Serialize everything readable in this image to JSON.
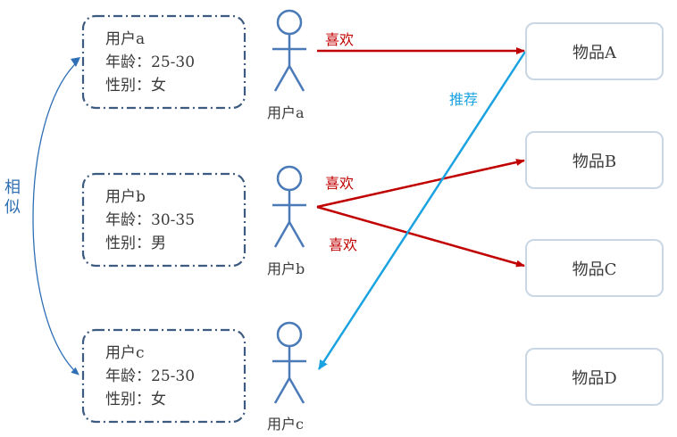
{
  "users": [
    {
      "caption": "用户a",
      "name_line": "用户a",
      "age_line": "年龄：25-30",
      "gender_line": "性别：女"
    },
    {
      "caption": "用户b",
      "name_line": "用户b",
      "age_line": "年龄：30-35",
      "gender_line": "性别：男"
    },
    {
      "caption": "用户c",
      "name_line": "用户c",
      "age_line": "年龄：25-30",
      "gender_line": "性别：女"
    }
  ],
  "items": [
    "物品A",
    "物品B",
    "物品C",
    "物品D"
  ],
  "relations": {
    "like_label": "喜欢",
    "recommend_label": "推荐",
    "similar_label": [
      "相",
      "似"
    ]
  },
  "colors": {
    "like": "#c00000",
    "recommend": "#1aa3e0",
    "similar": "#2f6fb5",
    "figure": "#4a7ab8",
    "box_border": "#3d5a80",
    "item_border": "#c9d6e4"
  }
}
